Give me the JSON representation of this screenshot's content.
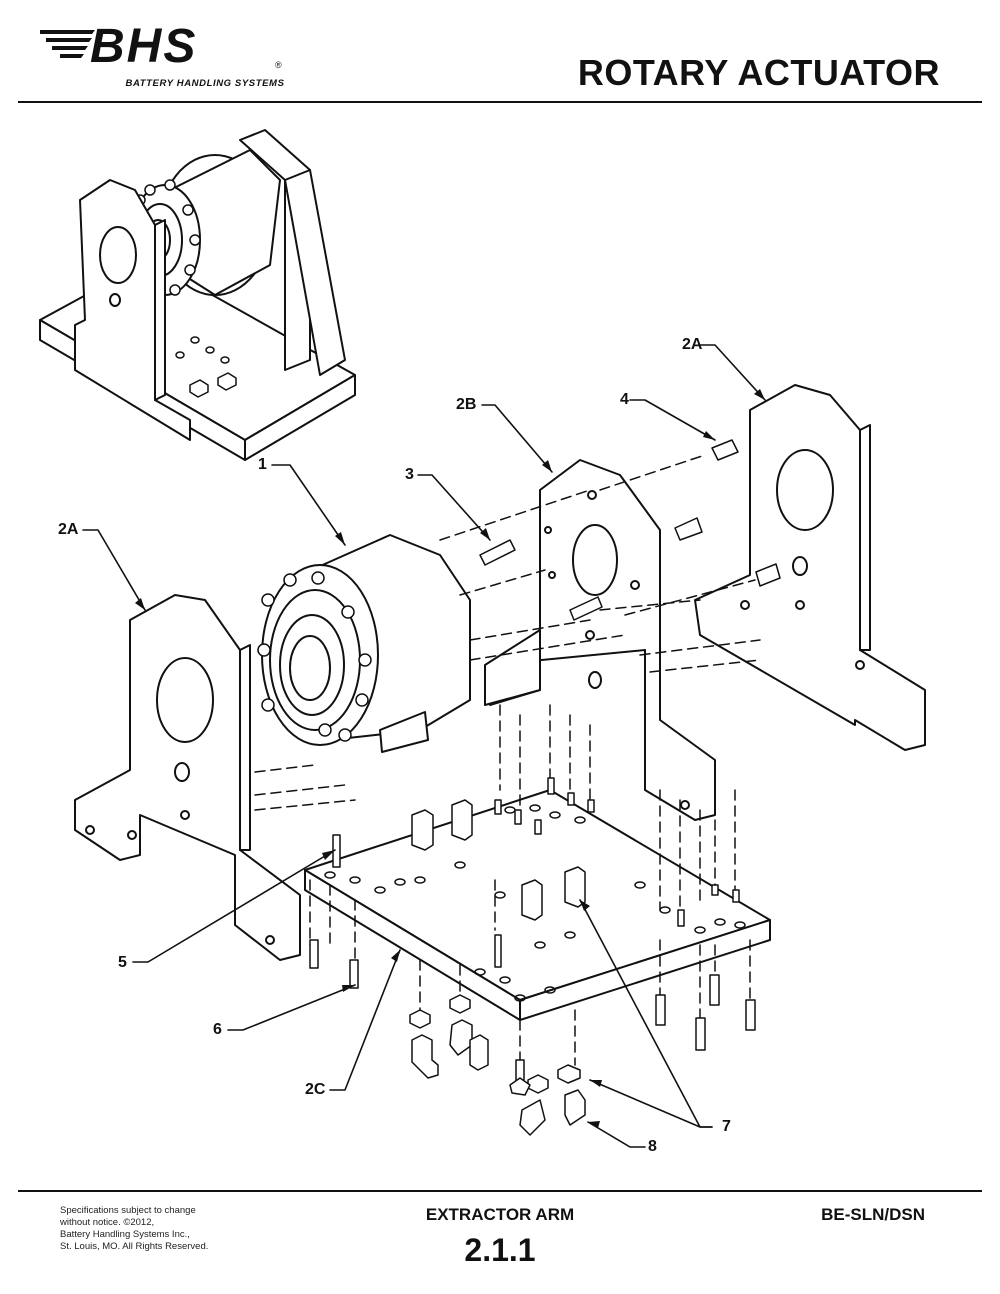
{
  "header": {
    "logo_text": "BHS",
    "logo_registered": "®",
    "logo_tagline": "BATTERY HANDLING SYSTEMS",
    "title": "ROTARY ACTUATOR"
  },
  "callouts": [
    {
      "id": "c1",
      "label": "1"
    },
    {
      "id": "c2a-left",
      "label": "2A"
    },
    {
      "id": "c2a-right",
      "label": "2A"
    },
    {
      "id": "c2b",
      "label": "2B"
    },
    {
      "id": "c2c",
      "label": "2C"
    },
    {
      "id": "c3",
      "label": "3"
    },
    {
      "id": "c4",
      "label": "4"
    },
    {
      "id": "c5",
      "label": "5"
    },
    {
      "id": "c6",
      "label": "6"
    },
    {
      "id": "c7",
      "label": "7"
    },
    {
      "id": "c8",
      "label": "8"
    }
  ],
  "footer": {
    "note_lines": [
      "Specifications subject to change",
      "without notice. ©2012,",
      "Battery Handling Systems Inc.,",
      "St. Louis, MO. All Rights Reserved."
    ],
    "section": "EXTRACTOR ARM",
    "section_number": "2.1.1",
    "model": "BE-SLN/DSN"
  },
  "colors": {
    "ink": "#111111",
    "paper": "#ffffff"
  }
}
